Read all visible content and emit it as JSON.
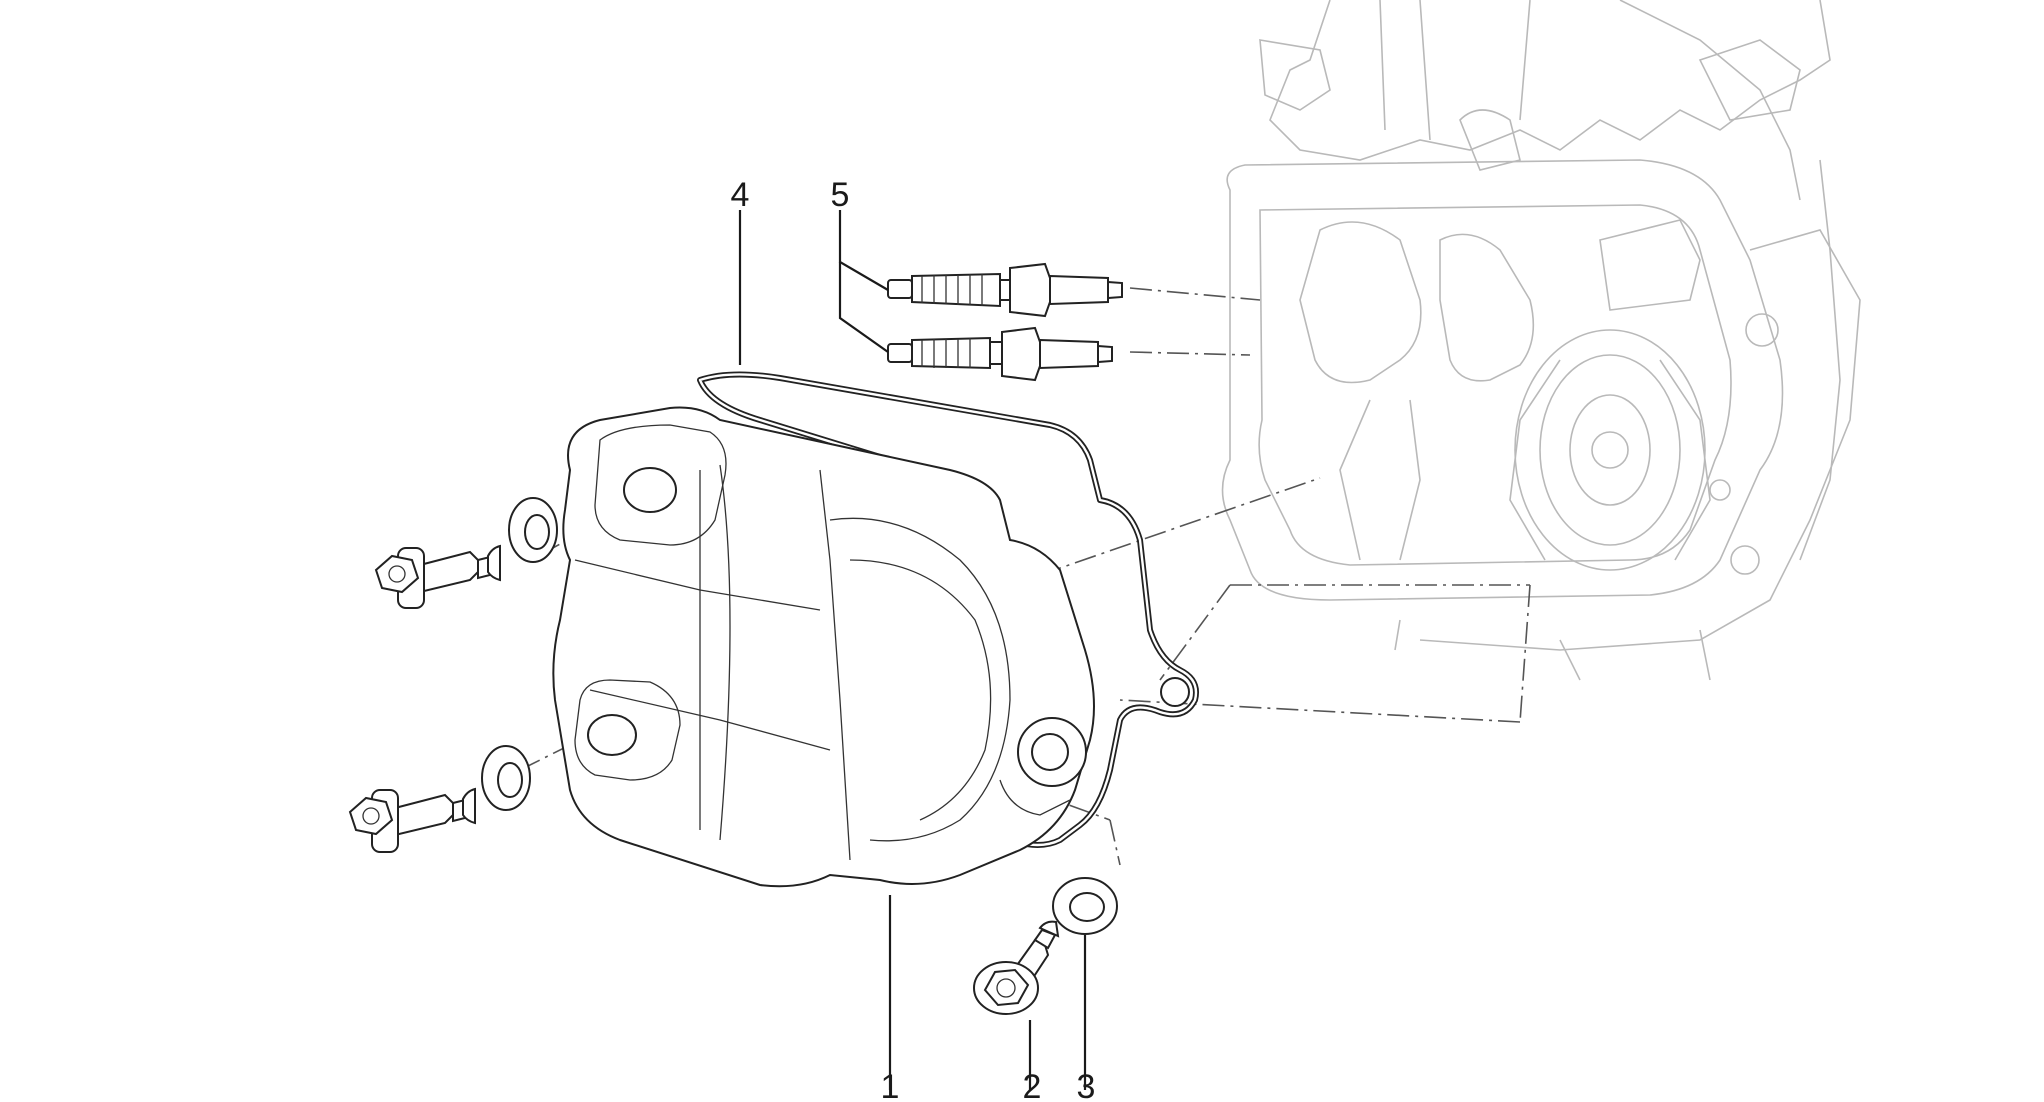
{
  "callouts": [
    {
      "id": "1",
      "label": "1"
    },
    {
      "id": "2",
      "label": "2"
    },
    {
      "id": "3",
      "label": "3"
    },
    {
      "id": "4",
      "label": "4"
    },
    {
      "id": "5",
      "label": "5"
    }
  ],
  "colors": {
    "line": "#1a1a1a",
    "ghost": "#b9b9b9",
    "background": "#ffffff"
  }
}
